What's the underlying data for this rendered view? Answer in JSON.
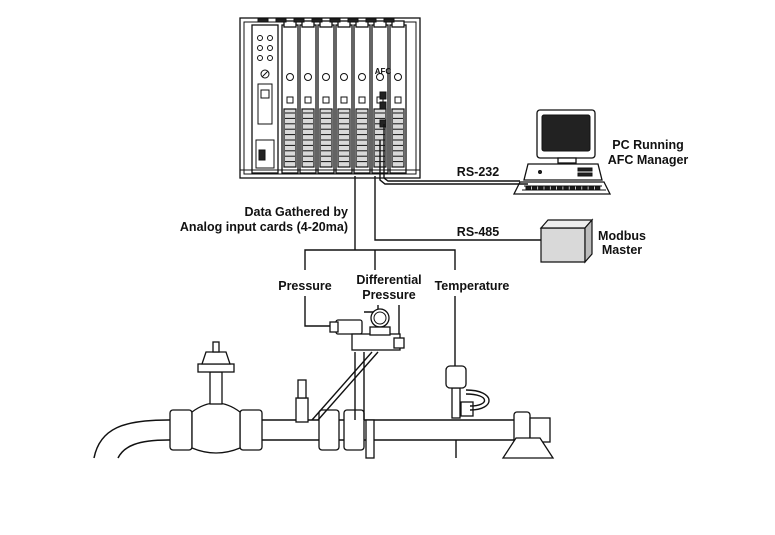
{
  "labels": {
    "pc": [
      "PC Running",
      "AFC Manager"
    ],
    "rs232": "RS-232",
    "rs485": "RS-485",
    "modbus": [
      "Modbus",
      "Master"
    ],
    "data_gathered": [
      "Data Gathered by",
      "Analog input cards (4-20ma)"
    ],
    "pressure": "Pressure",
    "differential_pressure": [
      "Differential",
      "Pressure"
    ],
    "temperature": "Temperature",
    "afc_card": "AFC"
  },
  "colors": {
    "line": "#111111",
    "background": "#ffffff",
    "panel_shade": "#d9d9d9",
    "screen": "#111111"
  }
}
